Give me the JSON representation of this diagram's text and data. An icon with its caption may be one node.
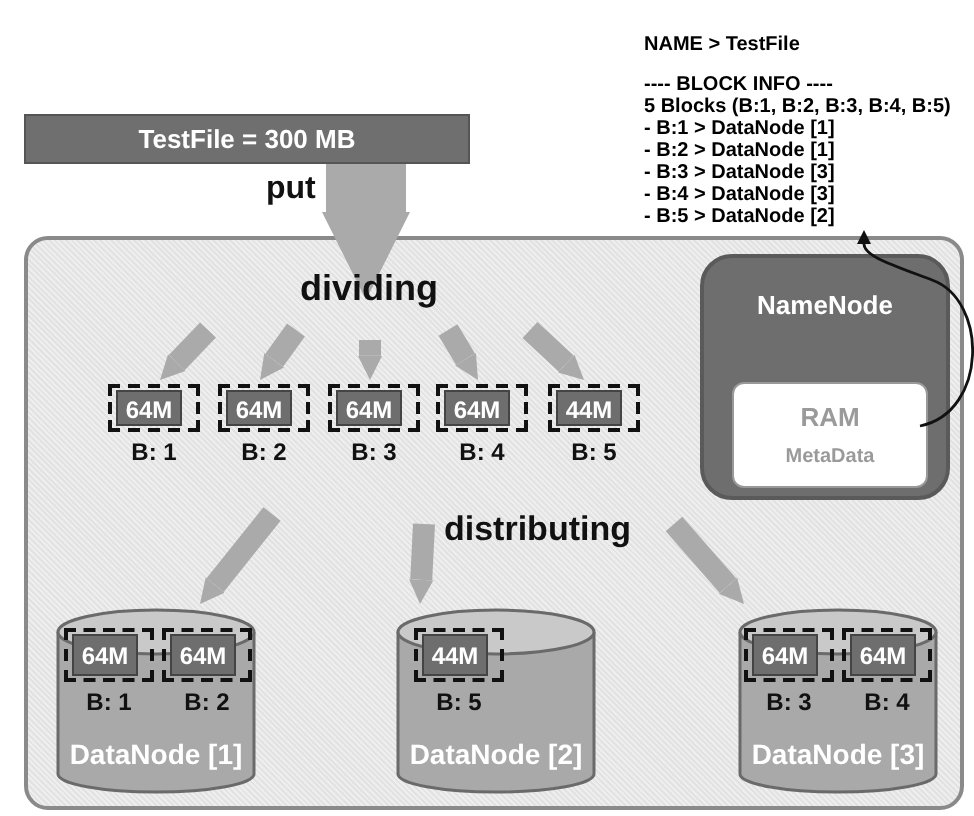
{
  "diagram": {
    "nodes": [
      {
        "text": [
          "NAME > TestFile",
          "---- BLOCK INFO ----",
          "5 Blocks (B:1, B:2, B:3, B:4, B:5)",
          "- B:1 > DataNode [1]",
          "- B:2 > DataNode [1]",
          "- B:3 > DataNode [3]",
          "- B:4 > DataNode [3]",
          "- B:5 > DataNode [2]"
        ]
      },
      {
        "text": [
          "TestFile = 300 MB"
        ]
      },
      {
        "text": [],
        "shape": "box"
      },
      {
        "text": [
          "NameNode"
        ],
        "in": 2
      },
      {
        "text": [
          "RAM",
          "MetaData"
        ],
        "in": 3
      },
      {
        "text": [
          "64M"
        ],
        "beside": [
          "B: 1"
        ],
        "in": 2
      },
      {
        "text": [
          "64M"
        ],
        "beside": [
          "B: 2"
        ],
        "in": 2
      },
      {
        "text": [
          "64M"
        ],
        "beside": [
          "B: 3"
        ],
        "in": 2
      },
      {
        "text": [
          "64M"
        ],
        "beside": [
          "B: 4"
        ],
        "in": 2
      },
      {
        "text": [
          "44M"
        ],
        "beside": [
          "B: 5"
        ],
        "in": 2
      },
      {
        "text": [
          "DataNode [1]"
        ],
        "in": 2
      },
      {
        "text": [
          "64M"
        ],
        "beside": [
          "B: 1"
        ],
        "in": 10
      },
      {
        "text": [
          "64M"
        ],
        "beside": [
          "B: 2"
        ],
        "in": 10
      },
      {
        "text": [
          "DataNode [2]"
        ],
        "in": 2
      },
      {
        "text": [
          "44M"
        ],
        "beside": [
          "B: 5"
        ],
        "in": 13
      },
      {
        "text": [
          "DataNode [3]"
        ],
        "in": 2
      },
      {
        "text": [
          "64M"
        ],
        "beside": [
          "B: 3"
        ],
        "in": 15
      },
      {
        "text": [
          "64M"
        ],
        "beside": [
          "B: 4"
        ],
        "in": 15
      }
    ],
    "edges": [
      {
        "from": 1,
        "to": 2,
        "label": "put",
        "arrow": "to",
        "style": "thick"
      },
      {
        "from": null,
        "to": 5,
        "arrow": "to"
      },
      {
        "from": null,
        "to": 6,
        "arrow": "to"
      },
      {
        "from": null,
        "to": 7,
        "arrow": "to"
      },
      {
        "from": null,
        "to": 8,
        "arrow": "to"
      },
      {
        "from": null,
        "to": 9,
        "arrow": "to"
      },
      {
        "from": null,
        "to": 10,
        "arrow": "to"
      },
      {
        "from": null,
        "to": 13,
        "arrow": "to"
      },
      {
        "from": null,
        "to": 15,
        "arrow": "to"
      },
      {
        "from": 4,
        "to": 0,
        "arrow": "to",
        "color": "#111111"
      }
    ],
    "labels": [
      "dividing",
      "distributing"
    ]
  }
}
